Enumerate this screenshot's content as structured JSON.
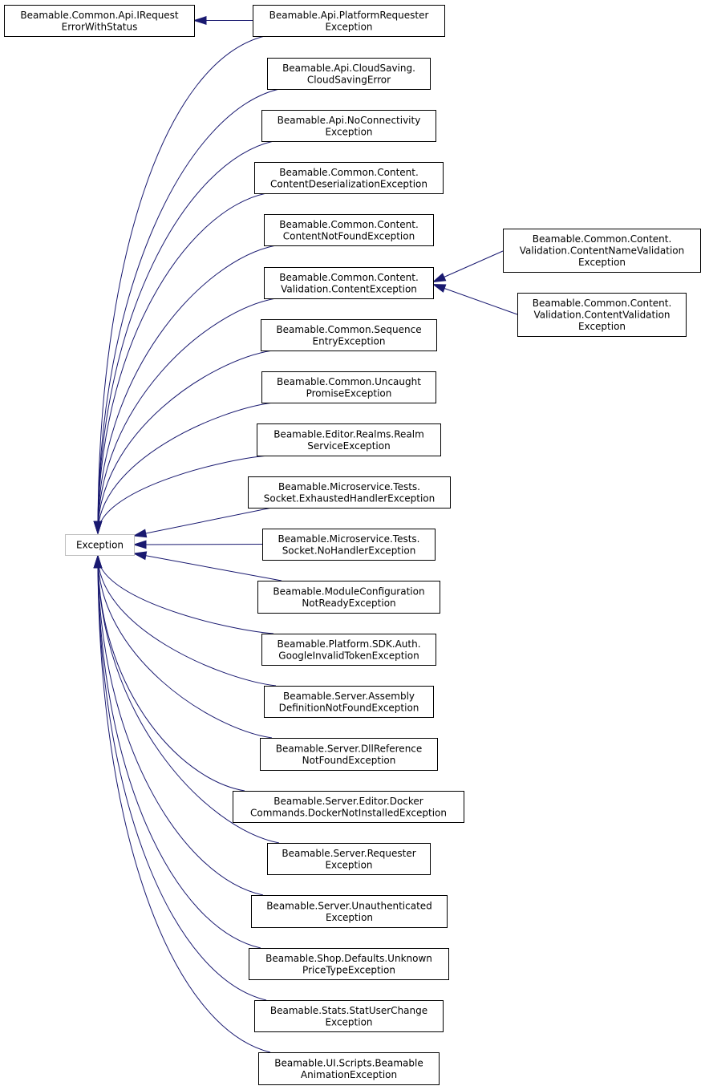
{
  "colors": {
    "edge": "#191970",
    "node_border": "#000000",
    "root_border": "#bfbfbf",
    "background": "#ffffff"
  },
  "root": {
    "id": "exception",
    "lines": [
      "Exception"
    ]
  },
  "nodes": [
    {
      "id": "irequest",
      "lines": [
        "Beamable.Common.Api.IRequest",
        "ErrorWithStatus"
      ]
    },
    {
      "id": "platformrequester",
      "lines": [
        "Beamable.Api.PlatformRequester",
        "Exception"
      ]
    },
    {
      "id": "cloudsaving",
      "lines": [
        "Beamable.Api.CloudSaving.",
        "CloudSavingError"
      ]
    },
    {
      "id": "noconnectivity",
      "lines": [
        "Beamable.Api.NoConnectivity",
        "Exception"
      ]
    },
    {
      "id": "contentdeserialization",
      "lines": [
        "Beamable.Common.Content.",
        "ContentDeserializationException"
      ]
    },
    {
      "id": "contentnotfound",
      "lines": [
        "Beamable.Common.Content.",
        "ContentNotFoundException"
      ]
    },
    {
      "id": "contentexception",
      "lines": [
        "Beamable.Common.Content.",
        "Validation.ContentException"
      ]
    },
    {
      "id": "contentnamevalidation",
      "lines": [
        "Beamable.Common.Content.",
        "Validation.ContentNameValidation",
        "Exception"
      ]
    },
    {
      "id": "contentvalidation",
      "lines": [
        "Beamable.Common.Content.",
        "Validation.ContentValidation",
        "Exception"
      ]
    },
    {
      "id": "sequenceentry",
      "lines": [
        "Beamable.Common.Sequence",
        "EntryException"
      ]
    },
    {
      "id": "uncaughtpromise",
      "lines": [
        "Beamable.Common.Uncaught",
        "PromiseException"
      ]
    },
    {
      "id": "realmservice",
      "lines": [
        "Beamable.Editor.Realms.Realm",
        "ServiceException"
      ]
    },
    {
      "id": "exhaustedhandler",
      "lines": [
        "Beamable.Microservice.Tests.",
        "Socket.ExhaustedHandlerException"
      ]
    },
    {
      "id": "nohandler",
      "lines": [
        "Beamable.Microservice.Tests.",
        "Socket.NoHandlerException"
      ]
    },
    {
      "id": "moduleconfiguration",
      "lines": [
        "Beamable.ModuleConfiguration",
        "NotReadyException"
      ]
    },
    {
      "id": "googleinvalidtoken",
      "lines": [
        "Beamable.Platform.SDK.Auth.",
        "GoogleInvalidTokenException"
      ]
    },
    {
      "id": "assemblydefinition",
      "lines": [
        "Beamable.Server.Assembly",
        "DefinitionNotFoundException"
      ]
    },
    {
      "id": "dllreference",
      "lines": [
        "Beamable.Server.DllReference",
        "NotFoundException"
      ]
    },
    {
      "id": "dockernotinstalled",
      "lines": [
        "Beamable.Server.Editor.Docker",
        "Commands.DockerNotInstalledException"
      ]
    },
    {
      "id": "serverrequester",
      "lines": [
        "Beamable.Server.Requester",
        "Exception"
      ]
    },
    {
      "id": "unauthenticated",
      "lines": [
        "Beamable.Server.Unauthenticated",
        "Exception"
      ]
    },
    {
      "id": "unknownpricetype",
      "lines": [
        "Beamable.Shop.Defaults.Unknown",
        "PriceTypeException"
      ]
    },
    {
      "id": "statuserchange",
      "lines": [
        "Beamable.Stats.StatUserChange",
        "Exception"
      ]
    },
    {
      "id": "beamableanimation",
      "lines": [
        "Beamable.UI.Scripts.Beamable",
        "AnimationException"
      ]
    }
  ],
  "edges": [
    {
      "from": "platformrequester",
      "to": "irequest"
    },
    {
      "from": "platformrequester",
      "to": "exception"
    },
    {
      "from": "cloudsaving",
      "to": "exception"
    },
    {
      "from": "noconnectivity",
      "to": "exception"
    },
    {
      "from": "contentdeserialization",
      "to": "exception"
    },
    {
      "from": "contentnotfound",
      "to": "exception"
    },
    {
      "from": "contentexception",
      "to": "exception"
    },
    {
      "from": "contentnamevalidation",
      "to": "contentexception"
    },
    {
      "from": "contentvalidation",
      "to": "contentexception"
    },
    {
      "from": "sequenceentry",
      "to": "exception"
    },
    {
      "from": "uncaughtpromise",
      "to": "exception"
    },
    {
      "from": "realmservice",
      "to": "exception"
    },
    {
      "from": "exhaustedhandler",
      "to": "exception"
    },
    {
      "from": "nohandler",
      "to": "exception"
    },
    {
      "from": "moduleconfiguration",
      "to": "exception"
    },
    {
      "from": "googleinvalidtoken",
      "to": "exception"
    },
    {
      "from": "assemblydefinition",
      "to": "exception"
    },
    {
      "from": "dllreference",
      "to": "exception"
    },
    {
      "from": "dockernotinstalled",
      "to": "exception"
    },
    {
      "from": "serverrequester",
      "to": "exception"
    },
    {
      "from": "unauthenticated",
      "to": "exception"
    },
    {
      "from": "unknownpricetype",
      "to": "exception"
    },
    {
      "from": "statuserchange",
      "to": "exception"
    },
    {
      "from": "beamableanimation",
      "to": "exception"
    }
  ]
}
